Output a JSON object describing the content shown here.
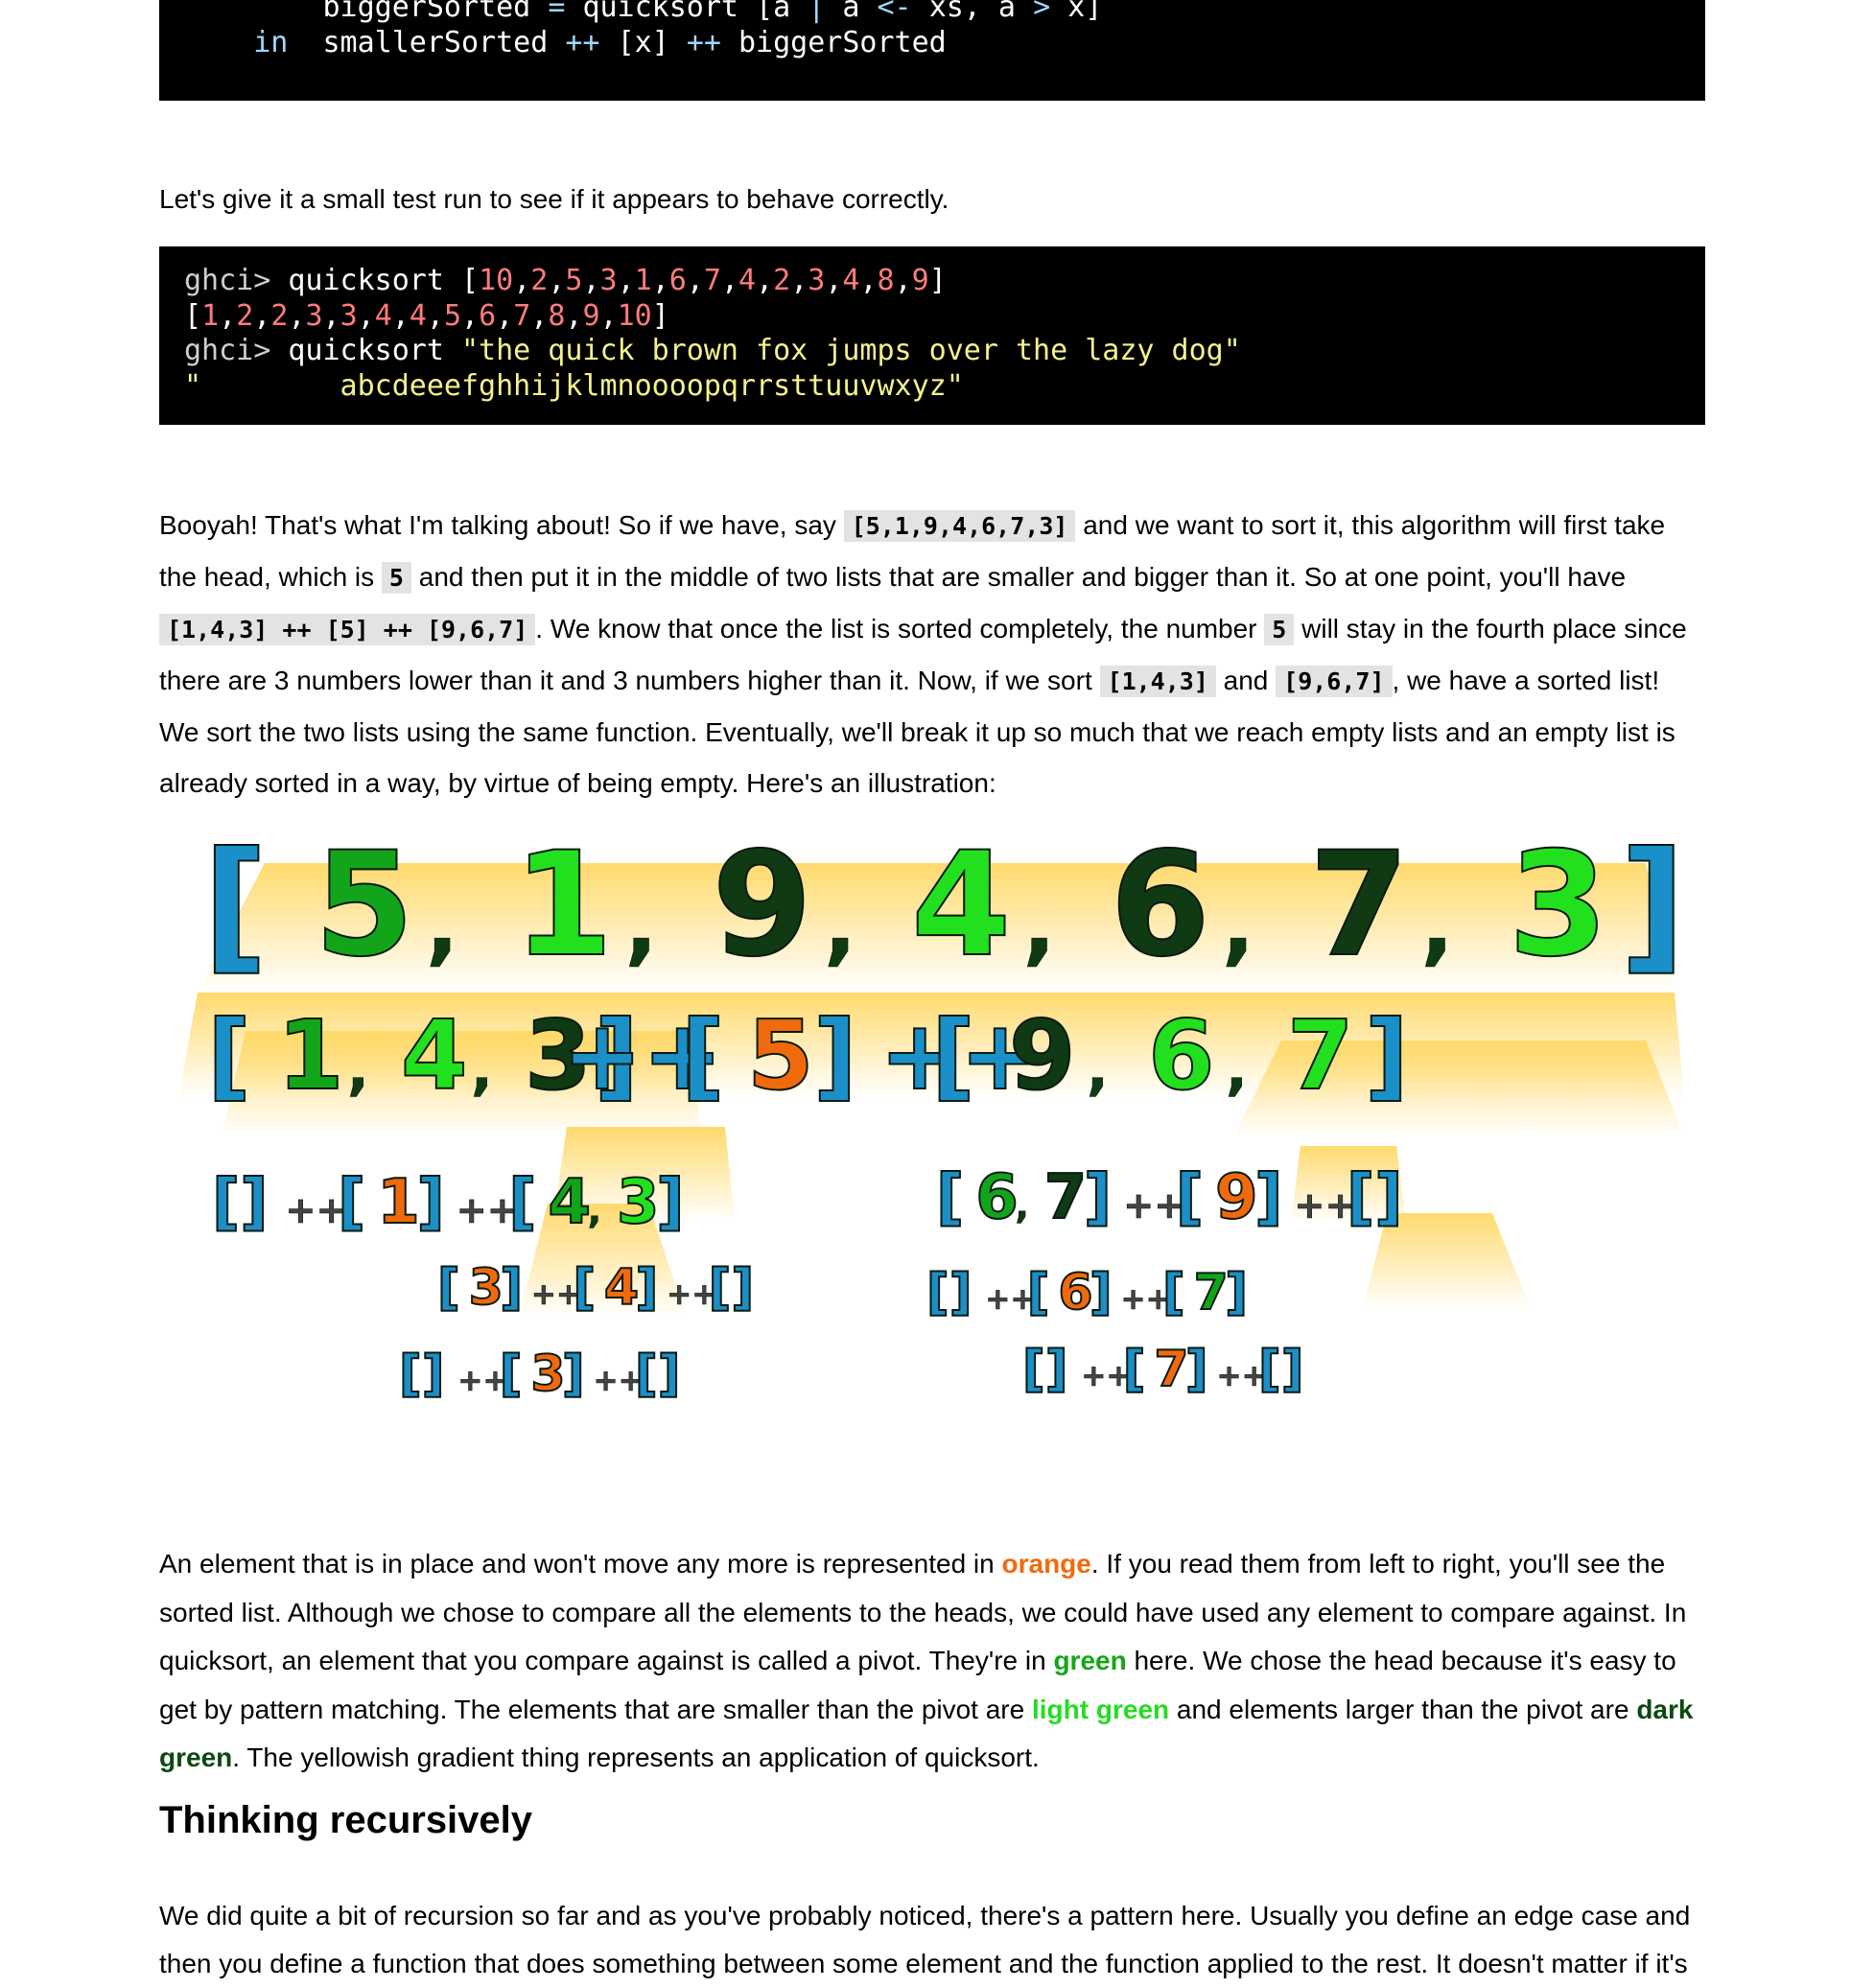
{
  "code_top": {
    "line1_indent": "        ",
    "line1_name": "biggerSorted",
    "line1_eq": "=",
    "line1_fn": "quicksort",
    "line1_bracket_open": "[a",
    "line1_bar": "|",
    "line1_a": "a",
    "line1_arrow": "<-",
    "line1_xs": "xs, a",
    "line1_gt": ">",
    "line1_x": "x]",
    "line2_kw": "in",
    "line2_a": "smallerSorted",
    "line2_pp1": "++",
    "line2_x": "[x]",
    "line2_pp2": "++",
    "line2_b": "biggerSorted"
  },
  "para1": "Let's give it a small test run to see if it appears to behave correctly.",
  "code_ghci": {
    "prompt": "ghci>",
    "cmd1": "quicksort",
    "arg1": "[10,2,5,3,1,6,7,4,2,3,4,8,9]",
    "out1": "[1,2,2,3,3,4,4,5,6,7,8,9,10]",
    "cmd2": "quicksort",
    "arg2": "\"the quick brown fox jumps over the lazy dog\"",
    "out2": "\"        abcdeeefghhijklmnoooopqrrsttuuvwxyz\""
  },
  "para2": {
    "t1": "Booyah! That's what I'm talking about! So if we have, say ",
    "c1": "[5,1,9,4,6,7,3]",
    "t2": " and we want to sort it, this algorithm will first take the head, which is ",
    "c2": "5",
    "t3": " and then put it in the middle of two lists that are smaller and bigger than it. So at one point, you'll have ",
    "c3": "[1,4,3] ++ [5] ++ [9,6,7]",
    "t4": ". We know that once the list is sorted completely, the number ",
    "c4": "5",
    "t5": " will stay in the fourth place since there are 3 numbers lower than it and 3 numbers higher than it. Now, if we sort ",
    "c5": "[1,4,3]",
    "t6": " and ",
    "c6": "[9,6,7]",
    "t7": ", we have a sorted list! We sort the two lists using the same function. Eventually, we'll break it up so much that we reach empty lists and an empty list is already sorted in a way, by virtue of being empty. Here's an illustration:"
  },
  "figure": {
    "row1": [
      "[",
      "5",
      ",",
      "1",
      ",",
      "9",
      ",",
      "4",
      ",",
      "6",
      ",",
      "7",
      ",",
      "3",
      "]"
    ],
    "row2_left": [
      "[",
      "1",
      ",",
      "4",
      ",",
      "3",
      "]"
    ],
    "row2_mid": [
      "++",
      "[",
      "5",
      "]",
      "++"
    ],
    "row2_right": [
      "[",
      "9",
      ",",
      "6",
      ",",
      "7",
      "]"
    ],
    "row3_left": [
      "[]",
      "++",
      "[",
      "1",
      "]",
      "++",
      "[",
      "4",
      ",",
      "3",
      "]"
    ],
    "row3_right": [
      "[",
      "6",
      ",",
      "7",
      "]",
      "++",
      "[",
      "9",
      "]",
      "++",
      "[]"
    ],
    "row4_left": [
      "[",
      "3",
      "]",
      "++",
      "[",
      "4",
      "]",
      "++",
      "[]"
    ],
    "row4_right": [
      "[]",
      "++",
      "[",
      "6",
      "]",
      "++",
      "[",
      "7",
      "]"
    ],
    "row5_left": [
      "[]",
      "++",
      "[",
      "3",
      "]",
      "++",
      "[]"
    ],
    "row5_right": [
      "[]",
      "++",
      "[",
      "7",
      "]",
      "++",
      "[]"
    ],
    "colors": {
      "bracket": "#1b8fc7",
      "pivot": "#12a51a",
      "light_green": "#22e01d",
      "dark_green": "#0f3a14",
      "orange": "#f06a0c",
      "gradient": "#ffd866"
    }
  },
  "para3": {
    "t1": "An element that is in place and won't move any more is represented in ",
    "orange": "orange",
    "t2": ". If you read them from left to right, you'll see the sorted list. Although we chose to compare all the elements to the heads, we could have used any element to compare against. In quicksort, an element that you compare against is called a pivot. They're in ",
    "green": "green",
    "t3": " here. We chose the head because it's easy to get by pattern matching. The elements that are smaller than the pivot are ",
    "light_green": "light green",
    "t4": " and elements larger than the pivot are ",
    "dark_green": "dark green",
    "t5": ". The yellowish gradient thing represents an application of quicksort."
  },
  "heading": "Thinking recursively",
  "para4": "We did quite a bit of recursion so far and as you've probably noticed, there's a pattern here. Usually you define an edge case and then you define a function that does something between some element and the function applied to the rest. It doesn't matter if it's"
}
